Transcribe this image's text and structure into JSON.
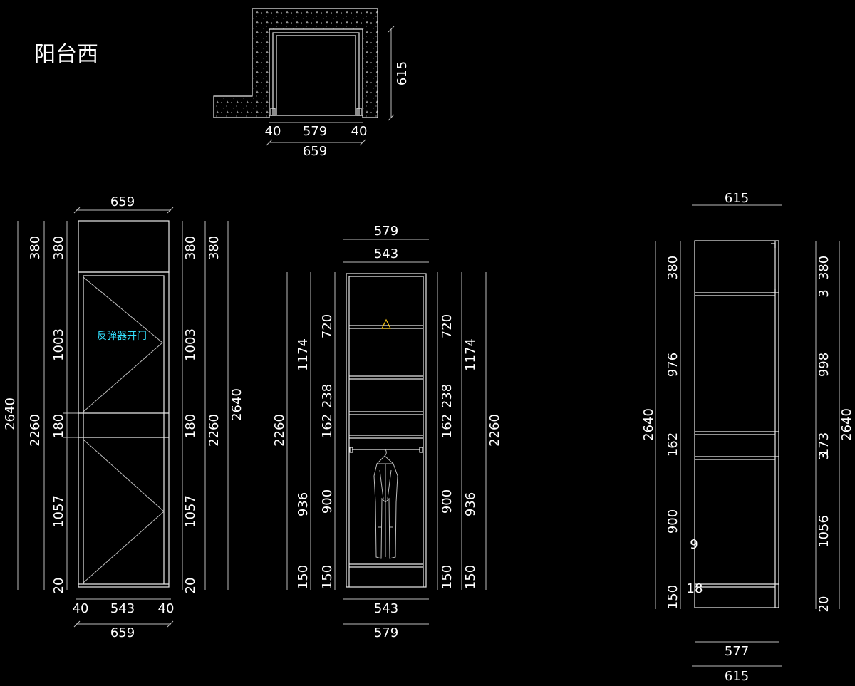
{
  "title": "阳台西",
  "door_note": "反弹器开门",
  "colors": {
    "background": "#000000",
    "line": "#e8e8e8",
    "note": "#33e0ff",
    "hook": "#f5c518"
  },
  "plan": {
    "depth": "615",
    "side_left": "40",
    "inner": "579",
    "side_right": "40",
    "total": "659"
  },
  "front": {
    "top_width": "659",
    "bottom_left": "40",
    "bottom_mid": "543",
    "bottom_right": "40",
    "bottom_total": "659",
    "left_outer": "2640",
    "left_mid": "2260",
    "left_inner": [
      "380",
      "1003",
      "180",
      "1057",
      "20"
    ],
    "right_inner": [
      "380",
      "1003",
      "180",
      "1057",
      "20"
    ],
    "right_mid": "2260",
    "right_top": "380",
    "right_outer": "2640"
  },
  "interior": {
    "top_outer": "579",
    "top_inner": "543",
    "bottom_inner": "543",
    "bottom_outer": "579",
    "left_outer": "2260",
    "left_mid": [
      "1174",
      "936",
      "150"
    ],
    "left_inner": [
      "720",
      "238",
      "162",
      "900",
      "150"
    ],
    "right_inner": [
      "720",
      "238",
      "162",
      "900",
      "150"
    ],
    "right_mid": [
      "1174",
      "936",
      "150"
    ],
    "right_outer": "2260"
  },
  "side": {
    "top": "615",
    "bottom_inner": "577",
    "bottom_outer": "615",
    "left_outer": "2640",
    "left_inner": [
      "380",
      "976",
      "162",
      "900",
      "150"
    ],
    "small_a": "9",
    "small_b": "18",
    "right_inner": [
      "380",
      "3",
      "998",
      "173",
      "3",
      "1056",
      "20"
    ],
    "right_outer": "2640"
  }
}
